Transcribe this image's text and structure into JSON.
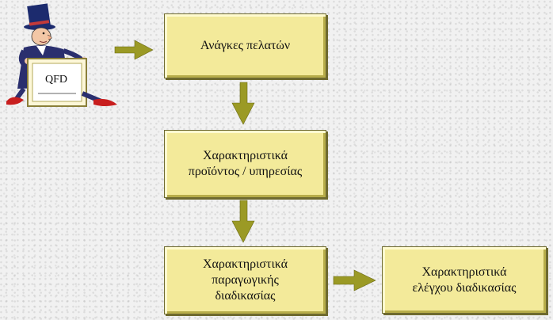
{
  "figure": {
    "sign_text": "QFD"
  },
  "boxes": {
    "customer_needs": "Ανάγκες πελατών",
    "product_characteristics": "Χαρακτηριστικά\nπροϊόντος / υπηρεσίας",
    "process_characteristics": "Χαρακτηριστικά\nπαραγωγικής\nδιαδικασίας",
    "control_characteristics": "Χαρακτηριστικά\nελέγχου διαδικασίας"
  },
  "colors": {
    "box_fill": "#f3ea9a",
    "arrow": "#9b9a25",
    "hat": "#1c2b6e",
    "border": "#6e6a2f"
  }
}
